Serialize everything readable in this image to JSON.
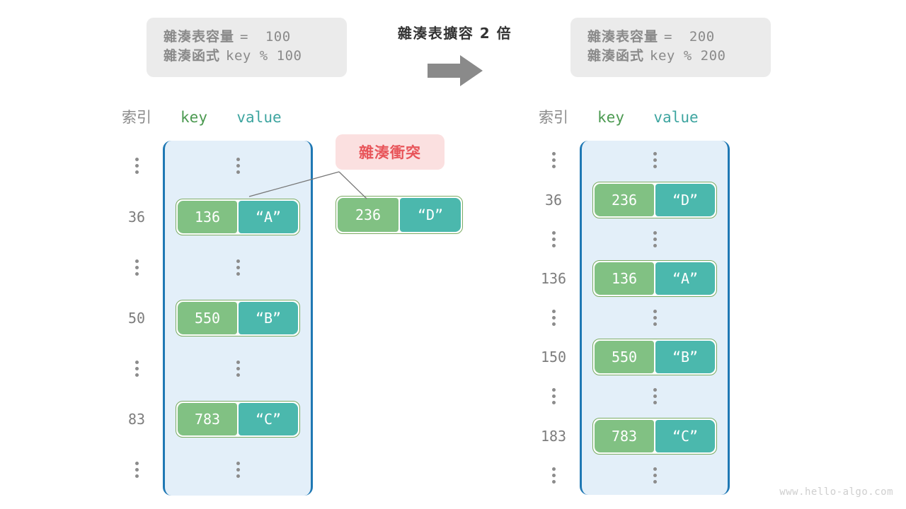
{
  "headers": {
    "left": {
      "capacity_label": "雜湊表容量",
      "capacity_value": "=  100",
      "function_label": "雜湊函式",
      "function_value": "key % 100"
    },
    "right": {
      "capacity_label": "雜湊表容量",
      "capacity_value": "=  200",
      "function_label": "雜湊函式",
      "function_value": "key % 200"
    }
  },
  "transition": {
    "label": "雜湊表擴容 2 倍",
    "arrow_icon": "arrow-right-icon",
    "arrow_color": "#8a8a8a"
  },
  "columns": {
    "index": "索引",
    "key": "key",
    "value": "value"
  },
  "colors": {
    "key_box": "#81c183",
    "value_box": "#4bb8ad",
    "pair_border": "#7aab62",
    "table_fill": "#e3eff9",
    "table_border": "#1f78b4",
    "badge_bg": "#fbe0e0",
    "badge_text": "#e8555a",
    "header_box": "#ebebeb",
    "index_text": "#7d7d7d"
  },
  "tables": {
    "before": {
      "rows": [
        {
          "type": "ellipsis",
          "index": "",
          "key": "",
          "value": ""
        },
        {
          "type": "entry",
          "index": "36",
          "key": "136",
          "value": "“A”"
        },
        {
          "type": "ellipsis",
          "index": "",
          "key": "",
          "value": ""
        },
        {
          "type": "entry",
          "index": "50",
          "key": "550",
          "value": "“B”"
        },
        {
          "type": "ellipsis",
          "index": "",
          "key": "",
          "value": ""
        },
        {
          "type": "entry",
          "index": "83",
          "key": "783",
          "value": "“C”"
        },
        {
          "type": "ellipsis",
          "index": "",
          "key": "",
          "value": ""
        }
      ]
    },
    "after": {
      "rows": [
        {
          "type": "ellipsis",
          "index": "",
          "key": "",
          "value": ""
        },
        {
          "type": "entry",
          "index": "36",
          "key": "236",
          "value": "“D”"
        },
        {
          "type": "ellipsis",
          "index": "",
          "key": "",
          "value": ""
        },
        {
          "type": "entry",
          "index": "136",
          "key": "136",
          "value": "“A”"
        },
        {
          "type": "ellipsis",
          "index": "",
          "key": "",
          "value": ""
        },
        {
          "type": "entry",
          "index": "150",
          "key": "550",
          "value": "“B”"
        },
        {
          "type": "ellipsis",
          "index": "",
          "key": "",
          "value": ""
        },
        {
          "type": "entry",
          "index": "183",
          "key": "783",
          "value": "“C”"
        },
        {
          "type": "ellipsis",
          "index": "",
          "key": "",
          "value": ""
        }
      ]
    }
  },
  "collision": {
    "badge_label": "雜湊衝突",
    "pair": {
      "key": "236",
      "value": "“D”"
    }
  },
  "watermark": "www.hello-algo.com"
}
